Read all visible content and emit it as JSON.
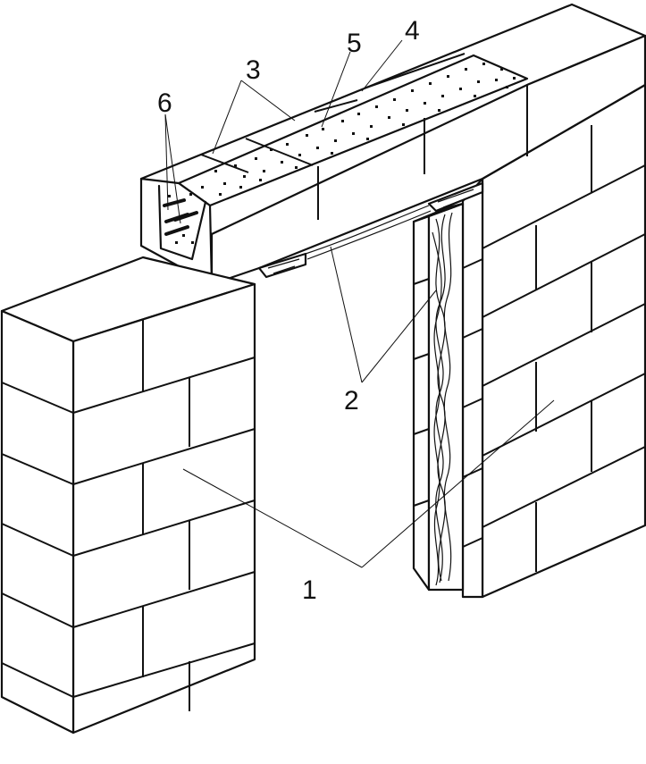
{
  "colors": {
    "line": "#111111",
    "background": "#ffffff"
  },
  "labels": {
    "l1": "1",
    "l2": "2",
    "l3": "3",
    "l4": "4",
    "l5": "5",
    "l6": "6"
  }
}
